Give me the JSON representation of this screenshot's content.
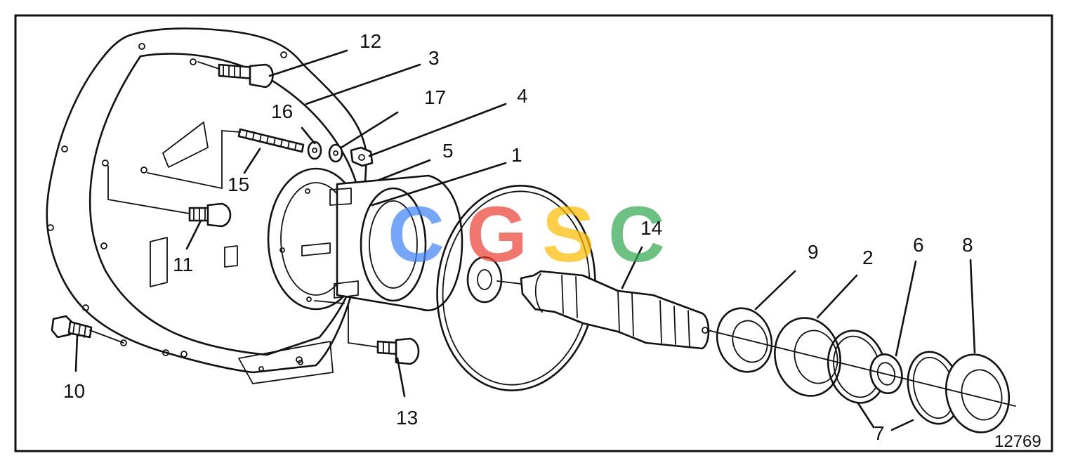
{
  "figure_number": "12769",
  "watermark": {
    "text": [
      "C",
      "G",
      "S",
      "C"
    ],
    "colors": [
      "#4285F4",
      "#EA4335",
      "#FBBC05",
      "#34A853"
    ]
  },
  "callouts": {
    "c1": "1",
    "c2": "2",
    "c3": "3",
    "c4": "4",
    "c5": "5",
    "c6": "6",
    "c7": "7",
    "c8": "8",
    "c9": "9",
    "c10": "10",
    "c11": "11",
    "c12": "12",
    "c13": "13",
    "c14": "14",
    "c15": "15",
    "c16": "16",
    "c17": "17"
  }
}
